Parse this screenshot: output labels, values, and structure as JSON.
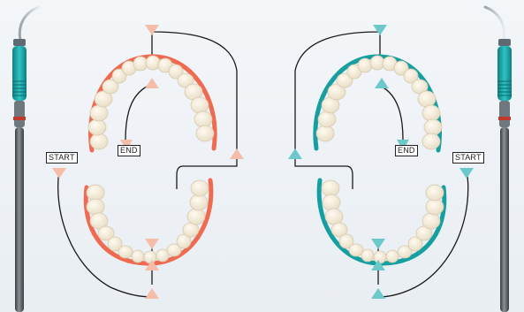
{
  "labels": {
    "left_start": "START",
    "left_end": "END",
    "right_start": "START",
    "right_end": "END"
  },
  "colors": {
    "left_gum": "#ef6a50",
    "left_marker": "#f5bda9",
    "right_gum": "#169fa1",
    "right_marker": "#6cc8c9",
    "tooth": "#f3ead8",
    "tooth_edge": "#d6c9ae",
    "path": "#1a1a1a"
  },
  "icons": {
    "scaler_left": "ultrasonic-scaler-icon",
    "scaler_right": "ultrasonic-scaler-icon"
  }
}
